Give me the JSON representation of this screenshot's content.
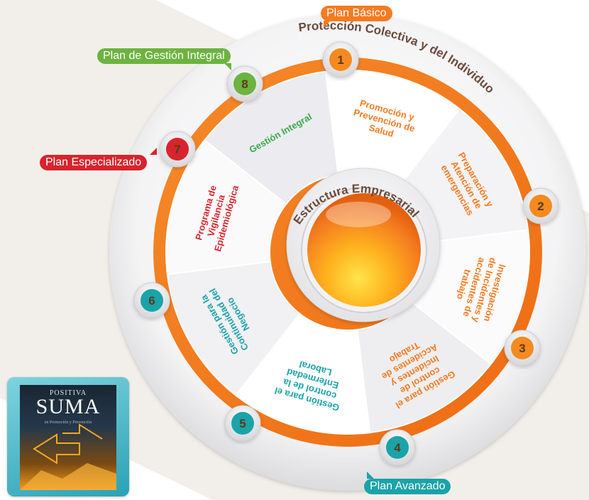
{
  "center": {
    "title": "Estructura Empresarial"
  },
  "outer_title": "Protección Colectiva y del Individuo",
  "colors": {
    "orange": "#f47b20",
    "green": "#6cb33f",
    "red": "#d7242d",
    "teal": "#1aa3a9",
    "text_orange": "#f47b20",
    "text_green": "#3aa84a",
    "text_red": "#d7242d",
    "text_teal": "#1aa3a9"
  },
  "plans": [
    {
      "label": "Plan Básico",
      "color": "#f47b20"
    },
    {
      "label": "Plan Avanzado",
      "color": "#1aa3a9"
    },
    {
      "label": "Plan Especializado",
      "color": "#d7242d"
    },
    {
      "label": "Plan de Gestión Integral",
      "color": "#6cb33f"
    }
  ],
  "markers": [
    {
      "number": "1",
      "color": "orange"
    },
    {
      "number": "2",
      "color": "orange"
    },
    {
      "number": "3",
      "color": "orange"
    },
    {
      "number": "4",
      "color": "teal"
    },
    {
      "number": "5",
      "color": "teal"
    },
    {
      "number": "6",
      "color": "teal"
    },
    {
      "number": "7",
      "color": "red"
    },
    {
      "number": "8",
      "color": "green"
    }
  ],
  "segments": [
    {
      "lines": [
        "Promoción y",
        "Prevención de",
        "Salud"
      ],
      "color": "text_orange"
    },
    {
      "lines": [
        "Preparación y",
        "Atención de",
        "emergencias"
      ],
      "color": "text_orange"
    },
    {
      "lines": [
        "Investigación",
        "de Incidentes y",
        "accidentes de",
        "trabajo"
      ],
      "color": "text_orange"
    },
    {
      "lines": [
        "Gestión para el",
        "control de",
        "Incidentes y",
        "Accidentes de",
        "Trabajo"
      ],
      "color": "text_orange"
    },
    {
      "lines": [
        "Gestión para el",
        "control de la",
        "Enfermedad",
        "Laboral"
      ],
      "color": "text_teal"
    },
    {
      "lines": [
        "Gestión para la",
        "Continuidad del",
        "Negocio"
      ],
      "color": "text_teal"
    },
    {
      "lines": [
        "Programa de",
        "Vigilancia",
        "Epidemiológica"
      ],
      "color": "text_red"
    },
    {
      "lines": [
        "Gestión Integral"
      ],
      "color": "text_green"
    }
  ],
  "thumbnail": {
    "top": "POSITIVA",
    "title": "SUMA",
    "subtitle": "en Promoción y Prevención"
  }
}
